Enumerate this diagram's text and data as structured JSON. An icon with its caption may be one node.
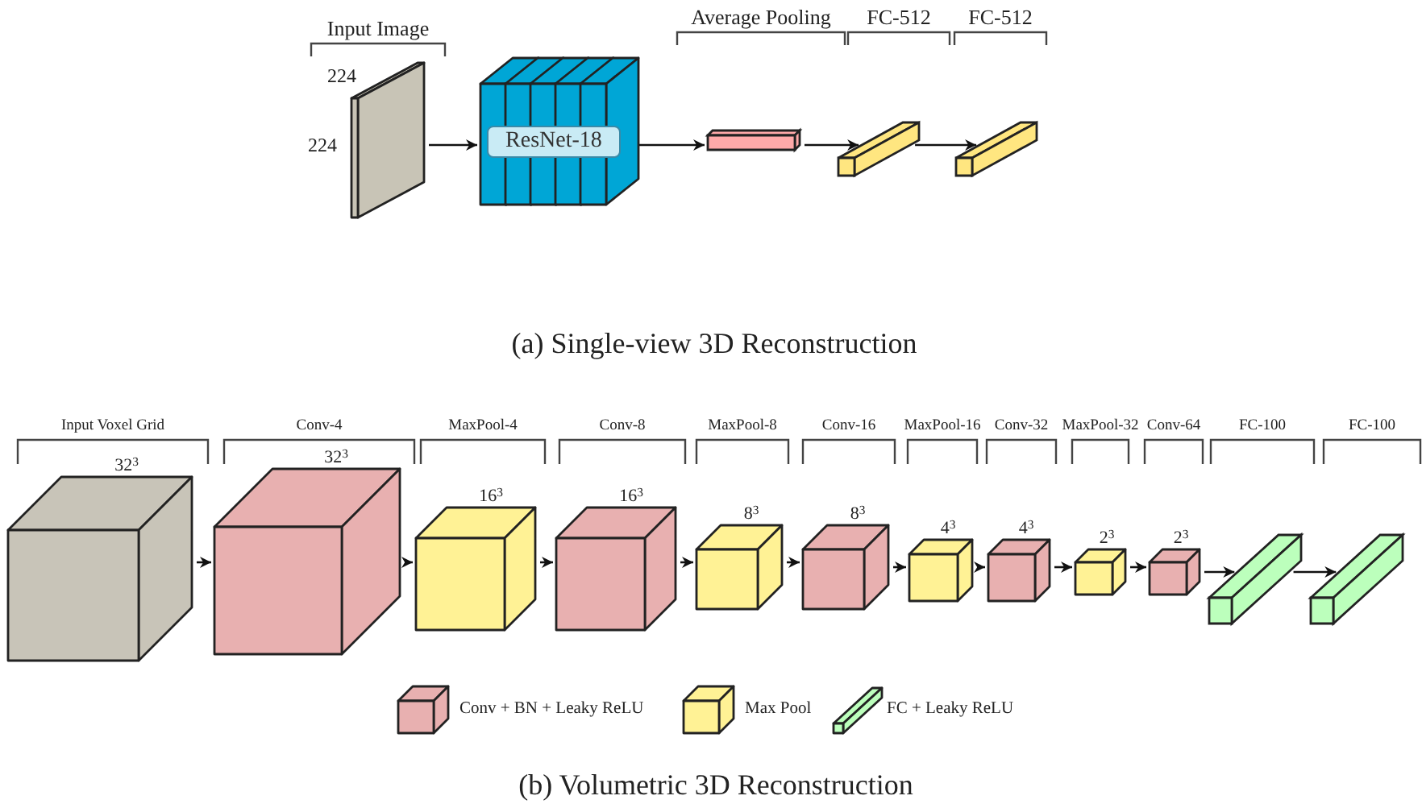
{
  "diagram": {
    "nodes": [
      {
        "text": [],
        "shape": "box",
        "beside": [
          "224",
          "224"
        ]
      },
      {
        "text": [
          "ResNet-18"
        ]
      },
      {
        "text": [],
        "shape": "bar"
      },
      {
        "text": [],
        "shape": "bar"
      },
      {
        "text": [],
        "shape": "bar"
      },
      {
        "text": [],
        "shape": "box",
        "beside": [
          "32$^{3}$"
        ]
      },
      {
        "text": [],
        "shape": "box",
        "beside": [
          "32$^{3}$"
        ]
      },
      {
        "text": [],
        "shape": "box",
        "beside": [
          "16$^{3}$"
        ]
      },
      {
        "text": [],
        "shape": "box",
        "beside": [
          "16$^{3}$"
        ]
      },
      {
        "text": [],
        "shape": "box",
        "beside": [
          "8$^{3}$"
        ]
      },
      {
        "text": [],
        "shape": "box",
        "beside": [
          "8$^{3}$"
        ]
      },
      {
        "text": [],
        "shape": "box",
        "beside": [
          "4$^{3}$"
        ]
      },
      {
        "text": [],
        "shape": "box",
        "beside": [
          "4$^{3}$"
        ]
      },
      {
        "text": [],
        "shape": "box",
        "beside": [
          "2$^{3}$"
        ]
      },
      {
        "text": [],
        "shape": "box",
        "beside": [
          "2$^{3}$"
        ]
      },
      {
        "text": [],
        "shape": "bar"
      },
      {
        "text": [],
        "shape": "bar"
      }
    ],
    "edges": [
      {
        "from": 0,
        "to": 1,
        "arrow": "to"
      },
      {
        "from": 1,
        "to": 2,
        "arrow": "to"
      },
      {
        "from": 2,
        "to": 3,
        "arrow": "to"
      },
      {
        "from": 3,
        "to": 4,
        "arrow": "to"
      },
      {
        "from": 5,
        "to": 6,
        "arrow": "to"
      },
      {
        "from": 6,
        "to": 7,
        "arrow": "to"
      },
      {
        "from": 7,
        "to": 8,
        "arrow": "to"
      },
      {
        "from": 8,
        "to": 9,
        "arrow": "to"
      },
      {
        "from": 9,
        "to": 10,
        "arrow": "to"
      },
      {
        "from": 10,
        "to": 11,
        "arrow": "to"
      },
      {
        "from": 11,
        "to": 12,
        "arrow": "to"
      },
      {
        "from": 12,
        "to": 13,
        "arrow": "to"
      },
      {
        "from": 13,
        "to": 14,
        "arrow": "to"
      },
      {
        "from": 14,
        "to": 15,
        "arrow": "to"
      },
      {
        "from": 15,
        "to": 16,
        "arrow": "to"
      }
    ],
    "labels": [
      "Input Image",
      "Average Pooling",
      "FC-512",
      "FC-512",
      "(a) Single-view 3D Reconstruction",
      "Input Voxel Grid",
      "Conv-4",
      "MaxPool-4",
      "Conv-8",
      "MaxPool-8",
      "Conv-16",
      "MaxPool-16",
      "Conv-32",
      "MaxPool-32",
      "Conv-64",
      "FC-100",
      "FC-100",
      "(b) Volumetric 3D Reconstruction"
    ],
    "legend": [
      {
        "text": "Conv + BN + Leaky ReLU",
        "color": "#e8b0b0"
      },
      {
        "text": "Max Pool",
        "color": "#fff295"
      },
      {
        "text": "FC + Leaky ReLU",
        "color": "#bcffbc"
      }
    ]
  }
}
